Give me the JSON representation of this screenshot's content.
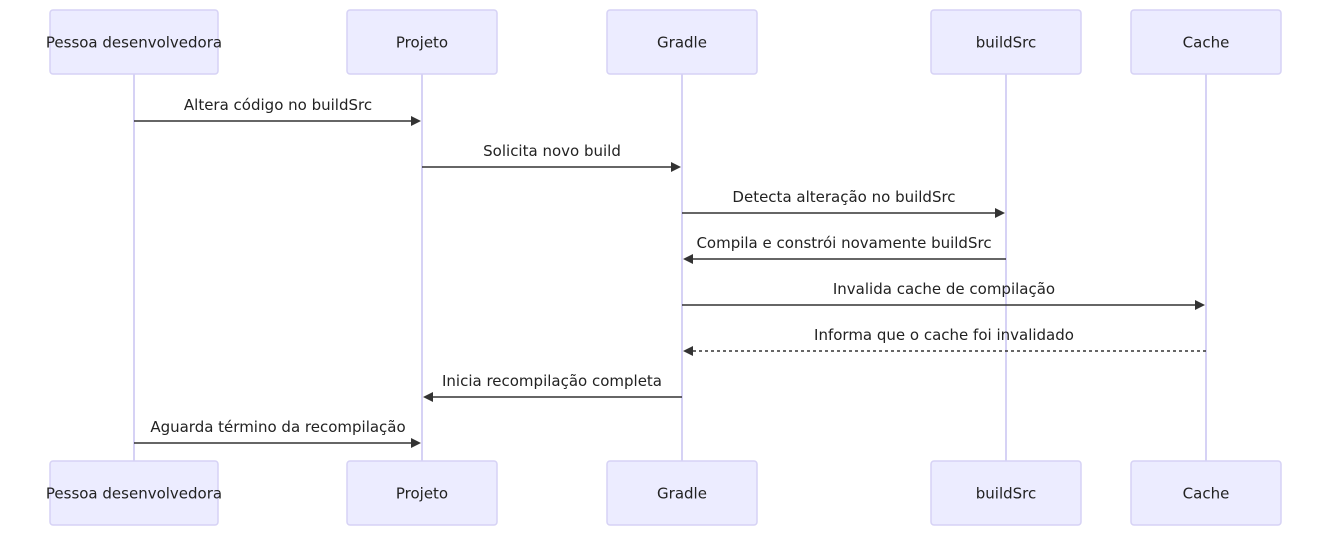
{
  "participants": [
    {
      "id": "dev",
      "label": "Pessoa desenvolvedora"
    },
    {
      "id": "projeto",
      "label": "Projeto"
    },
    {
      "id": "gradle",
      "label": "Gradle"
    },
    {
      "id": "buildsrc",
      "label": "buildSrc"
    },
    {
      "id": "cache",
      "label": "Cache"
    }
  ],
  "messages": [
    {
      "from": "dev",
      "to": "projeto",
      "label": "Altera código no buildSrc",
      "style": "solid"
    },
    {
      "from": "projeto",
      "to": "gradle",
      "label": "Solicita novo build",
      "style": "solid"
    },
    {
      "from": "gradle",
      "to": "buildsrc",
      "label": "Detecta alteração no buildSrc",
      "style": "solid"
    },
    {
      "from": "buildsrc",
      "to": "gradle",
      "label": "Compila e constrói novamente buildSrc",
      "style": "solid"
    },
    {
      "from": "gradle",
      "to": "cache",
      "label": "Invalida cache de compilação",
      "style": "solid"
    },
    {
      "from": "cache",
      "to": "gradle",
      "label": "Informa que o cache foi invalidado",
      "style": "dashed"
    },
    {
      "from": "gradle",
      "to": "projeto",
      "label": "Inicia recompilação completa",
      "style": "solid"
    },
    {
      "from": "dev",
      "to": "projeto",
      "label": "Aguarda término da recompilação",
      "style": "solid"
    }
  ]
}
